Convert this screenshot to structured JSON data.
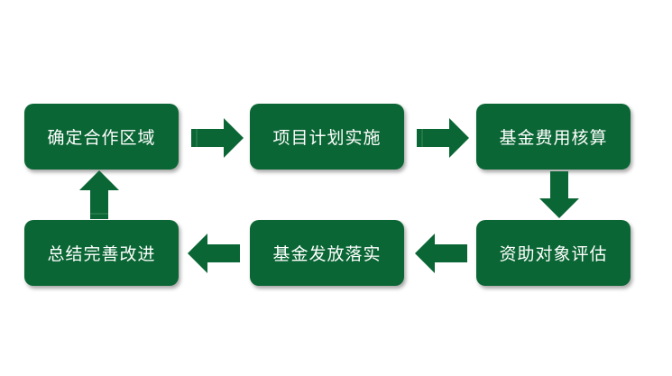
{
  "colors": {
    "box": "#0a6634",
    "arrow": "#0a6634"
  },
  "steps": [
    {
      "label": "确定合作区域"
    },
    {
      "label": "项目计划实施"
    },
    {
      "label": "基金费用核算"
    },
    {
      "label": "资助对象评估"
    },
    {
      "label": "基金发放落实"
    },
    {
      "label": "总结完善改进"
    }
  ]
}
